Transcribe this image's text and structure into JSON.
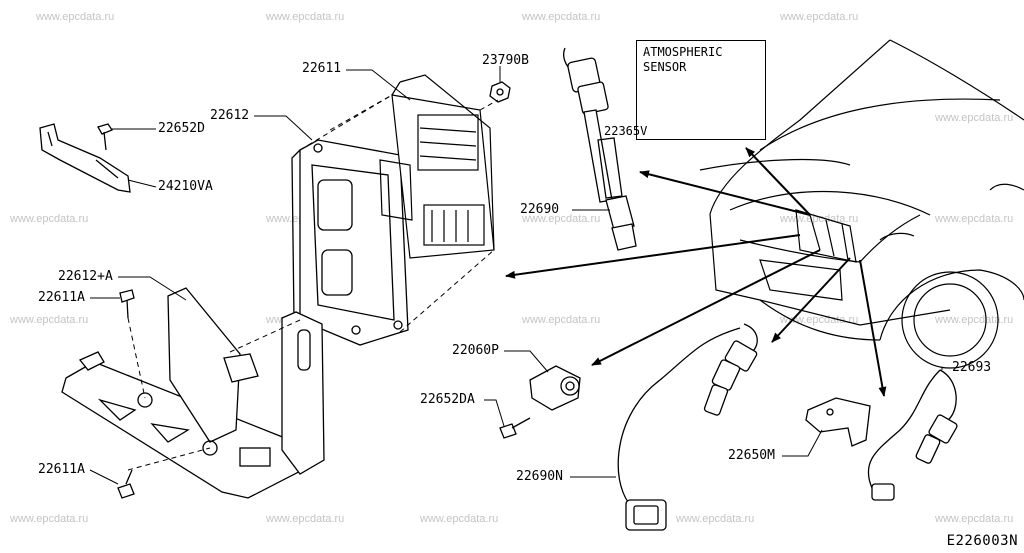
{
  "watermark": "www.epcdata.ru",
  "figure_code": "E226003N",
  "inset": {
    "title_line1": "ATMOSPHERIC",
    "title_line2": "SENSOR",
    "part": "22365V"
  },
  "callouts": {
    "p22611": "22611",
    "p23790B": "23790B",
    "p22612": "22612",
    "p22652D": "22652D",
    "p24210VA": "24210VA",
    "p22690": "22690",
    "p22612A": "22612+A",
    "p22611A_top": "22611A",
    "p22060P": "22060P",
    "p22652DA": "22652DA",
    "p22611A_bottom": "22611A",
    "p22690N": "22690N",
    "p22650M": "22650M",
    "p22693": "22693"
  }
}
